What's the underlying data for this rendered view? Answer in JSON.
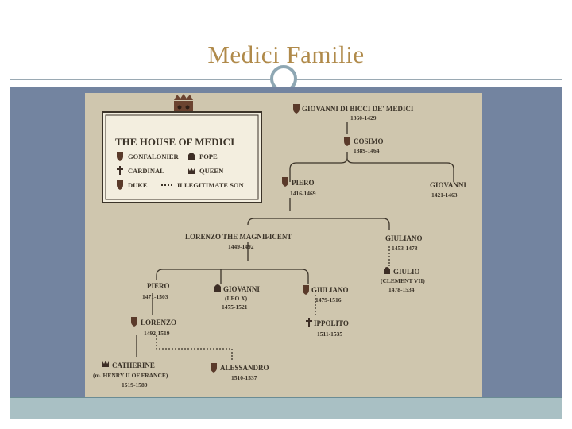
{
  "slide": {
    "title": "Medici Familie"
  },
  "diagram": {
    "legend": {
      "heading": "THE HOUSE OF MEDICI",
      "items": [
        "GONFALONIER",
        "POPE",
        "CARDINAL",
        "QUEEN",
        "DUKE",
        "ILLEGITIMATE SON"
      ]
    },
    "people": {
      "giovanni_bicci": {
        "name": "GIOVANNI DI BICCI DE' MEDICI",
        "dates": "1360-1429"
      },
      "cosimo": {
        "name": "COSIMO",
        "dates": "1389-1464"
      },
      "piero1": {
        "name": "PIERO",
        "dates": "1416-1469"
      },
      "giovanni1": {
        "name": "GIOVANNI",
        "dates": "1421-1463"
      },
      "lorenzo_mag": {
        "name": "LORENZO THE MAGNIFICENT",
        "dates": "1449-1492"
      },
      "giuliano1": {
        "name": "GIULIANO",
        "dates": "1453-1478"
      },
      "giulio": {
        "name": "GIULIO",
        "sub": "(CLEMENT VII)",
        "dates": "1478-1534"
      },
      "piero2": {
        "name": "PIERO",
        "dates": "1471-1503"
      },
      "giovanni2": {
        "name": "GIOVANNI",
        "sub": "(LEO X)",
        "dates": "1475-1521"
      },
      "giuliano2": {
        "name": "GIULIANO",
        "dates": "1479-1516"
      },
      "lorenzo2": {
        "name": "LORENZO",
        "dates": "1492-1519"
      },
      "ippolito": {
        "name": "IPPOLITO",
        "dates": "1511-1535"
      },
      "catherine": {
        "name": "CATHERINE",
        "sub": "(m. HENRY II OF FRANCE)",
        "dates": "1519-1589"
      },
      "alessandro": {
        "name": "ALESSANDRO",
        "dates": "1510-1537"
      }
    },
    "colors": {
      "background": "#cfc6ae",
      "ink": "#3b3328",
      "shield": "#5a3a2a",
      "panel": "#7384a0",
      "footer": "#a9c0c4",
      "title": "#b08a4a"
    }
  }
}
